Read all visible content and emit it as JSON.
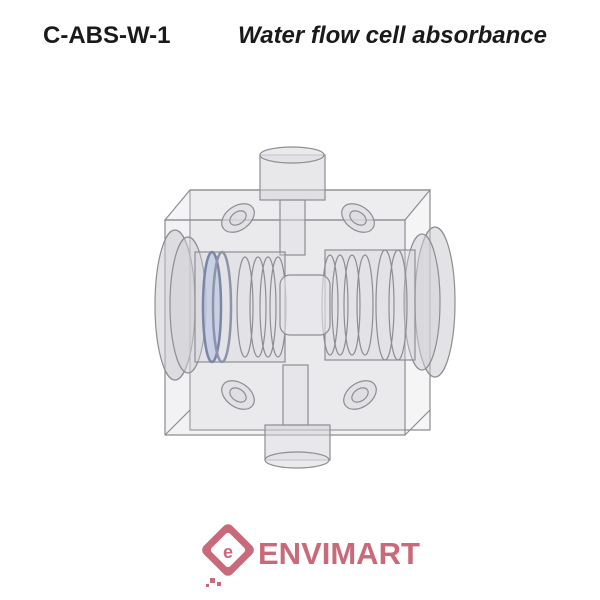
{
  "header": {
    "code": "C-ABS-W-1",
    "title": "Water flow cell absorbance"
  },
  "figure": {
    "icon": "flow-cell-3d-render"
  },
  "logo": {
    "text": "ENVIMART",
    "color": "#c96a7a",
    "icon": "envimart-e-logo-icon"
  }
}
